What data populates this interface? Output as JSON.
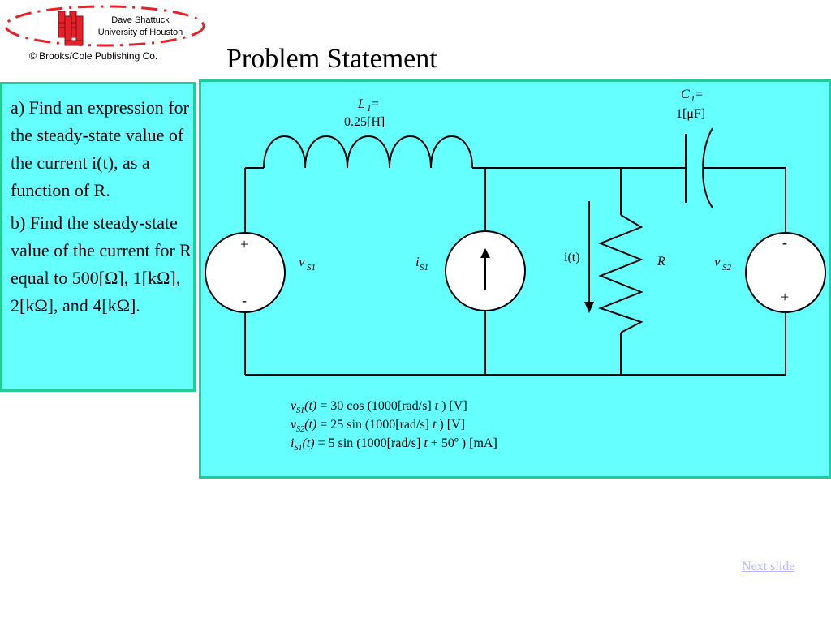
{
  "header": {
    "author_line1": "Dave Shattuck",
    "author_line2": "University of Houston",
    "copyright": "© Brooks/Cole Publishing Co.",
    "logo_icon": "uh-logo-icon",
    "logo_color": "#e8202a"
  },
  "title": "Problem Statement",
  "problem": {
    "part_a": "a)  Find an expression for the steady-state value of the current i(t), as a function of R.",
    "part_b": "b)  Find the steady-state value of the current for R equal to 500[Ω], 1[kΩ], 2[kΩ], and 4[kΩ]."
  },
  "circuit": {
    "inductor_label": "L",
    "inductor_sub": "1",
    "inductor_eq": "=",
    "inductor_value": "0.25[H]",
    "capacitor_label": "C",
    "capacitor_sub": "1",
    "capacitor_eq": "=",
    "capacitor_value": "1[μF]",
    "vs1_label": "v",
    "vs1_sub": "S1",
    "vs1_plus": "+",
    "vs1_minus": "-",
    "is1_label": "i",
    "is1_sub": "S1",
    "current_label": "i(t)",
    "resistor_label": "R",
    "vs2_label": "v",
    "vs2_sub": "S2",
    "vs2_plus": "+",
    "vs2_minus": "-"
  },
  "equations": [
    {
      "var": "v",
      "sub": "S1",
      "arg": "(t)",
      "rest": " = 30 cos (1000[rad/s] ",
      "t": "t",
      "tail": " ) [V]"
    },
    {
      "var": "v",
      "sub": "S2",
      "arg": "(t)",
      "rest": " = 25 sin (1000[rad/s] ",
      "t": "t",
      "tail": " ) [V]"
    },
    {
      "var": "i",
      "sub": "S1",
      "arg": "(t)",
      "rest": " = 5 sin (1000[rad/s] ",
      "t": "t",
      "tail": " + 50º ) [mA]"
    }
  ],
  "nav": {
    "next_label": "Next slide"
  },
  "colors": {
    "panel_fill": "#66ffff",
    "panel_border": "#22cc99",
    "link": "#b8b8ff"
  }
}
